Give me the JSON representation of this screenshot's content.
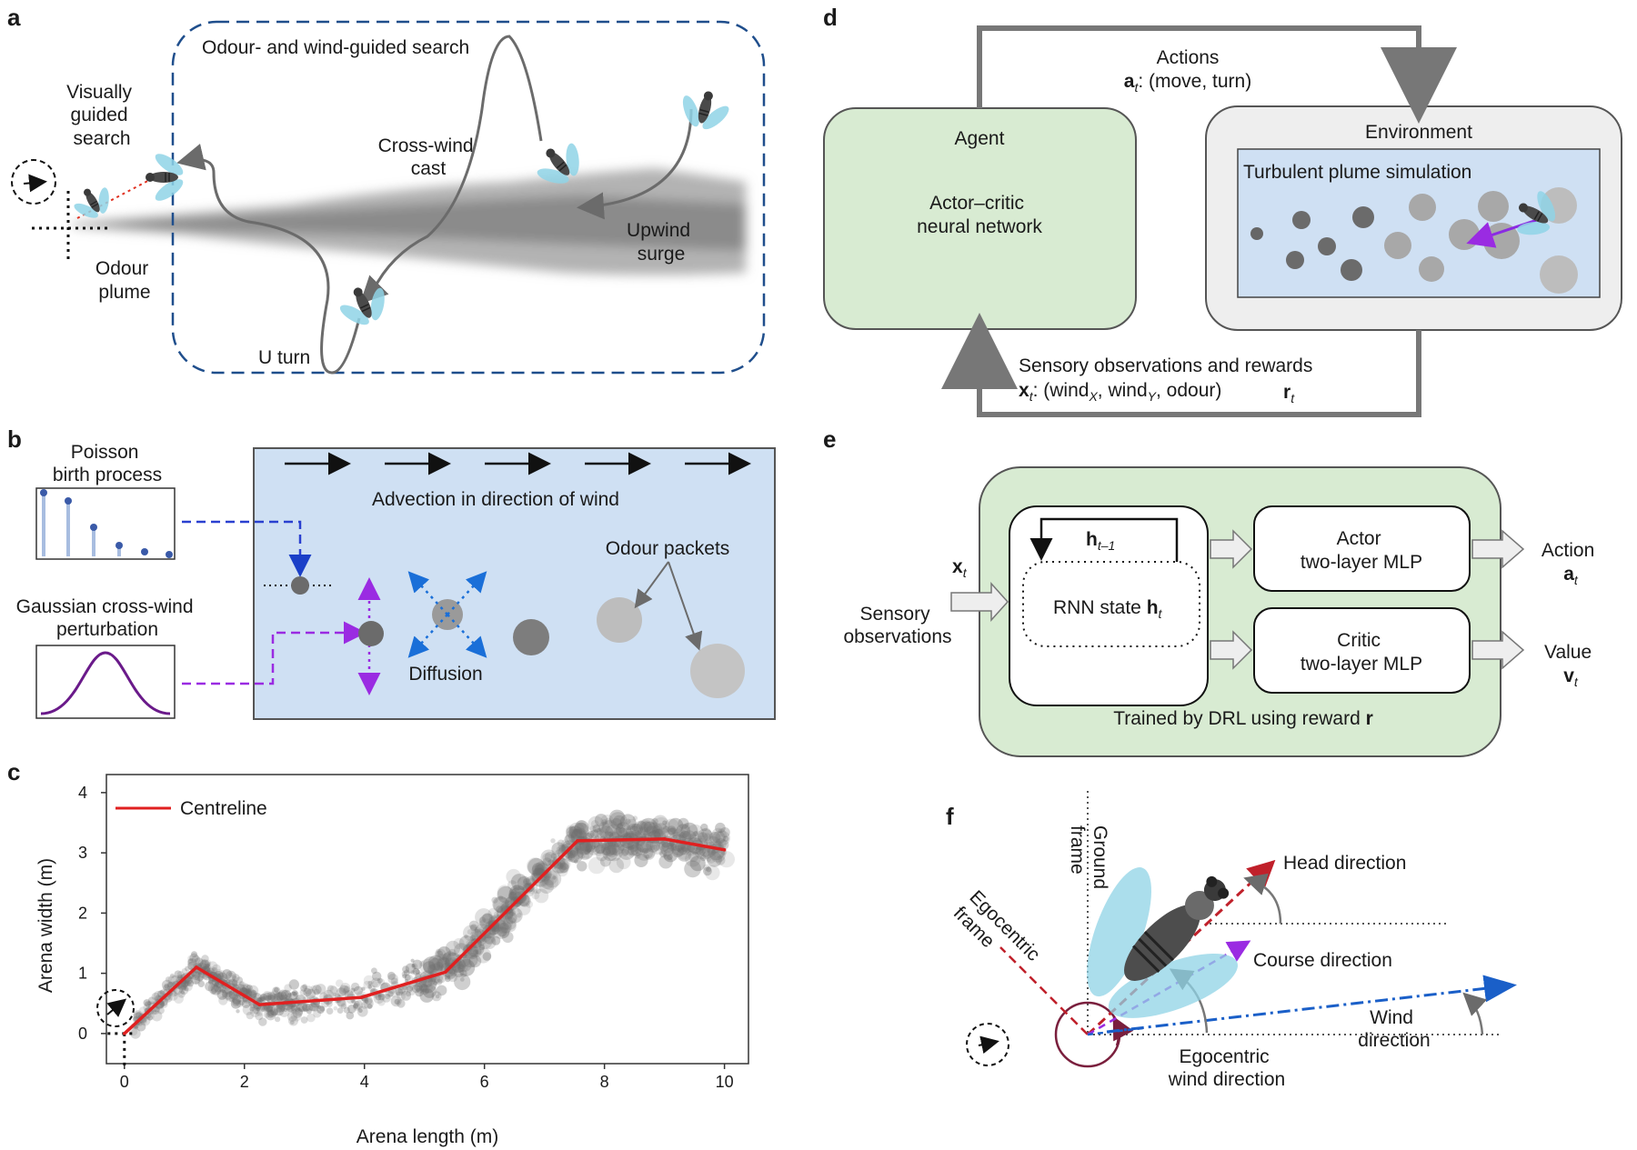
{
  "panel_letters": {
    "a": "a",
    "b": "b",
    "c": "c",
    "d": "d",
    "e": "e",
    "f": "f"
  },
  "panel_a": {
    "visually_guided": [
      "Visually",
      "guided",
      "search"
    ],
    "odour_wind_search": "Odour- and wind-guided search",
    "crosswind_cast": [
      "Cross-wind",
      "cast"
    ],
    "upwind_surge": [
      "Upwind",
      "surge"
    ],
    "odour_plume": [
      "Odour",
      "plume"
    ],
    "u_turn": "U turn"
  },
  "panel_b": {
    "poisson": [
      "Poisson",
      "birth process"
    ],
    "gaussian": [
      "Gaussian cross-wind",
      "perturbation"
    ],
    "advection": "Advection in direction of wind",
    "odour_packets": "Odour packets",
    "diffusion": "Diffusion"
  },
  "panel_c": {
    "legend": "Centreline",
    "xlabel": "Arena length (m)",
    "ylabel": "Arena width (m)",
    "xticks": [
      "0",
      "2",
      "4",
      "6",
      "8",
      "10"
    ],
    "yticks": [
      "0",
      "1",
      "2",
      "3",
      "4"
    ]
  },
  "chart_data": {
    "type": "line",
    "xlabel": "Arena length (m)",
    "ylabel": "Arena width (m)",
    "xlim": [
      -0.3,
      10.4
    ],
    "ylim": [
      -0.5,
      4.3
    ],
    "grid": false,
    "legend_position": "top-left",
    "series": [
      {
        "name": "Centreline",
        "x": [
          0,
          1.2,
          2.25,
          3.95,
          5.35,
          7.55,
          9.0,
          10.0
        ],
        "y": [
          0,
          1.1,
          0.48,
          0.6,
          1.02,
          3.2,
          3.23,
          3.05
        ],
        "color": "#e02020"
      }
    ]
  },
  "panel_d": {
    "actions": "Actions",
    "actions_formula": [
      "a",
      "t",
      ": (move, turn)"
    ],
    "agent": "Agent",
    "actor_critic": [
      "Actor–critic",
      "neural network"
    ],
    "environment": "Environment",
    "turbulent": "Turbulent plume simulation",
    "sensory": "Sensory observations and rewards",
    "obs_formula": [
      "x",
      "t",
      ": (wind",
      "X",
      ", wind",
      "Y",
      ", odour)"
    ],
    "reward": [
      "r",
      "t"
    ]
  },
  "panel_e": {
    "xt": [
      "x",
      "t"
    ],
    "sensory_obs": [
      "Sensory",
      "observations"
    ],
    "h_prev": [
      "h",
      "t–1"
    ],
    "rnn_state": [
      "RNN state ",
      "h",
      "t"
    ],
    "actor": [
      "Actor",
      "two-layer MLP"
    ],
    "critic": [
      "Critic",
      "two-layer MLP"
    ],
    "action": [
      "Action",
      "a",
      "t"
    ],
    "value": [
      "Value",
      "v",
      "t"
    ],
    "trained": [
      "Trained by DRL using reward ",
      "r"
    ]
  },
  "panel_f": {
    "ground_frame": [
      "Ground",
      "frame"
    ],
    "egocentric_frame": [
      "Egocentric",
      "frame"
    ],
    "head_direction": "Head direction",
    "course_direction": "Course direction",
    "wind_direction": [
      "Wind",
      "direction"
    ],
    "egocentric_wind": [
      "Egocentric",
      "wind direction"
    ]
  },
  "colors": {
    "dashed_blue": "#1f4e8c",
    "plume_gray": "#8a8a8a",
    "sim_blue": "#cfe0f3",
    "agent_green": "#d8ebd2",
    "centreline_red": "#e02020",
    "purple": "#8a2be2",
    "head_red": "#c0202a",
    "wind_blue": "#1a5fc8",
    "fly_wing": "#8fd3e6"
  }
}
